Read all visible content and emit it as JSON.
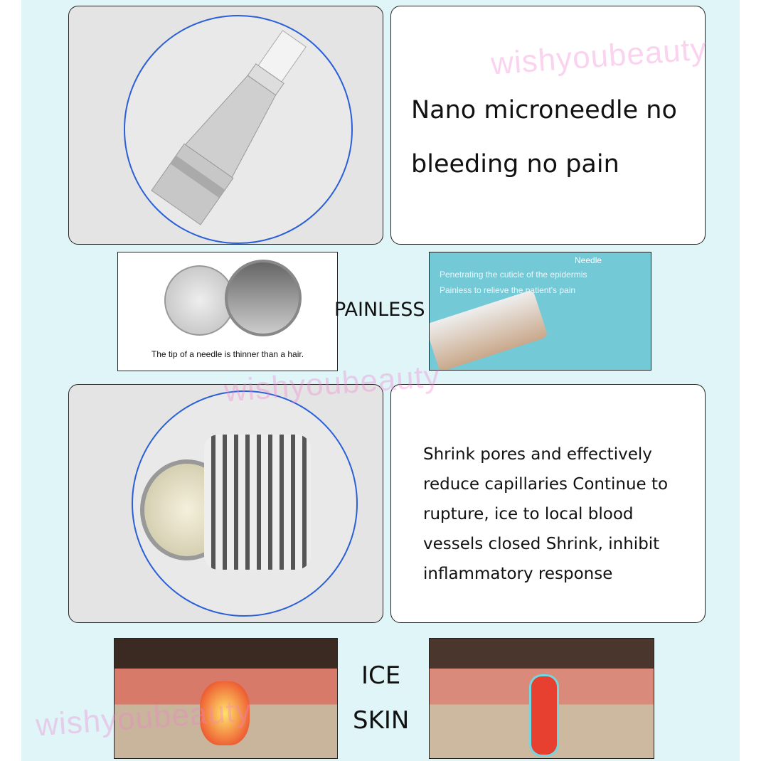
{
  "watermark": "wishyoubeauty",
  "section1": {
    "text": [
      "Nano microneedle no",
      "bleeding no pain"
    ]
  },
  "section2": {
    "left_caption": "The tip of a needle is thinner than a hair.",
    "center_label": "PAINLESS",
    "right_label": "Needle",
    "right_lines": [
      "Penetrating the cuticle of the epidermis",
      "Painless to relieve the patient's pain"
    ]
  },
  "section3": {
    "text": [
      "Shrink pores and effectively",
      "reduce capillaries Continue to",
      "rupture, ice to local blood",
      "vessels closed Shrink, inhibit",
      "inflammatory response"
    ]
  },
  "section4": {
    "labels": [
      "ICE",
      "SKIN"
    ]
  },
  "colors": {
    "background": "#dff5f7",
    "circle": "#2a5fd8",
    "teal": "#73c9d6"
  }
}
